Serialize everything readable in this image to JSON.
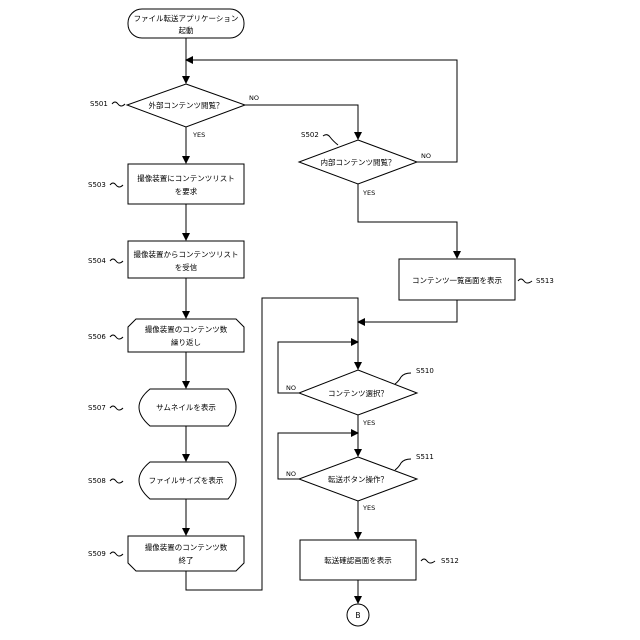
{
  "nodes": {
    "start": {
      "line1": "ファイル転送アプリケーション",
      "line2": "起動"
    },
    "d501": {
      "label": "外部コンテンツ閲覧？",
      "step": "S501"
    },
    "d502": {
      "label": "内部コンテンツ閲覧？",
      "step": "S502"
    },
    "s503": {
      "line1": "撮像装置にコンテンツリスト",
      "line2": "を要求",
      "step": "S503"
    },
    "s504": {
      "line1": "撮像装置からコンテンツリスト",
      "line2": "を受信",
      "step": "S504"
    },
    "s513": {
      "label": "コンテンツ一覧画面を表示",
      "step": "S513"
    },
    "s506": {
      "line1": "撮像装置のコンテンツ数",
      "line2": "繰り返し",
      "step": "S506"
    },
    "s507": {
      "label": "サムネイルを表示",
      "step": "S507"
    },
    "s508": {
      "label": "ファイルサイズを表示",
      "step": "S508"
    },
    "s509": {
      "line1": "撮像装置のコンテンツ数",
      "line2": "終了",
      "step": "S509"
    },
    "d510": {
      "label": "コンテンツ選択？",
      "step": "S510"
    },
    "d511": {
      "label": "転送ボタン操作？",
      "step": "S511"
    },
    "s512": {
      "label": "転送確認画面を表示",
      "step": "S512"
    },
    "connector": {
      "label": "B"
    }
  },
  "branch_labels": {
    "d501_no": "NO",
    "d501_yes": "YES",
    "d502_no": "NO",
    "d502_yes": "YES",
    "d510_no": "NO",
    "d510_yes": "YES",
    "d511_no": "NO",
    "d511_yes": "YES"
  }
}
